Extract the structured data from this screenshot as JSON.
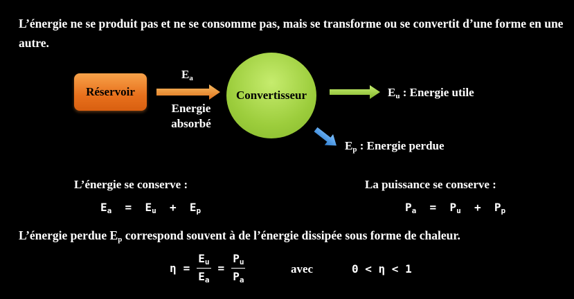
{
  "intro": "L’énergie ne se produit pas et ne se consomme pas, mais se transforme ou se convertit d’une forme en une autre.",
  "diagram": {
    "reservoir": "Réservoir",
    "converter": "Convertisseur",
    "ea_symbol": "E",
    "ea_sub": "a",
    "absorbed_line1": "Energie",
    "absorbed_line2": "absorbé",
    "eu_symbol": "E",
    "eu_sub": "u",
    "eu_label": ": Energie utile",
    "ep_symbol": "E",
    "ep_sub": "p",
    "ep_label": ": Energie perdue"
  },
  "conservation": {
    "energy_title": "L’énergie se conserve :",
    "power_title": "La puissance se conserve :",
    "energy_eq": {
      "lhs": "E",
      "lhs_sub": "a",
      "eq": "=",
      "t1": "E",
      "t1_sub": "u",
      "plus": "+",
      "t2": "E",
      "t2_sub": "p"
    },
    "power_eq": {
      "lhs": "P",
      "lhs_sub": "a",
      "eq": "=",
      "t1": "P",
      "t1_sub": "u",
      "plus": "+",
      "t2": "P",
      "t2_sub": "p"
    }
  },
  "lost_energy": {
    "before": "L’énergie perdue E",
    "sub": "p",
    "after": " correspond souvent à de l’énergie dissipée sous forme de chaleur."
  },
  "efficiency": {
    "eta": "η",
    "eq1": "=",
    "frac1_num": "E",
    "frac1_num_sub": "u",
    "frac1_den": "E",
    "frac1_den_sub": "a",
    "eq2": "=",
    "frac2_num": "P",
    "frac2_num_sub": "u",
    "frac2_den": "P",
    "frac2_den_sub": "a",
    "avec": "avec",
    "range": "0 < η < 1"
  },
  "colors": {
    "background": "#000000",
    "reservoir": "#e8701c",
    "converter": "#9ccd3c",
    "arrow_orange": "#f0922e",
    "arrow_green": "#9ccd3c",
    "arrow_blue": "#3d8fe0"
  }
}
